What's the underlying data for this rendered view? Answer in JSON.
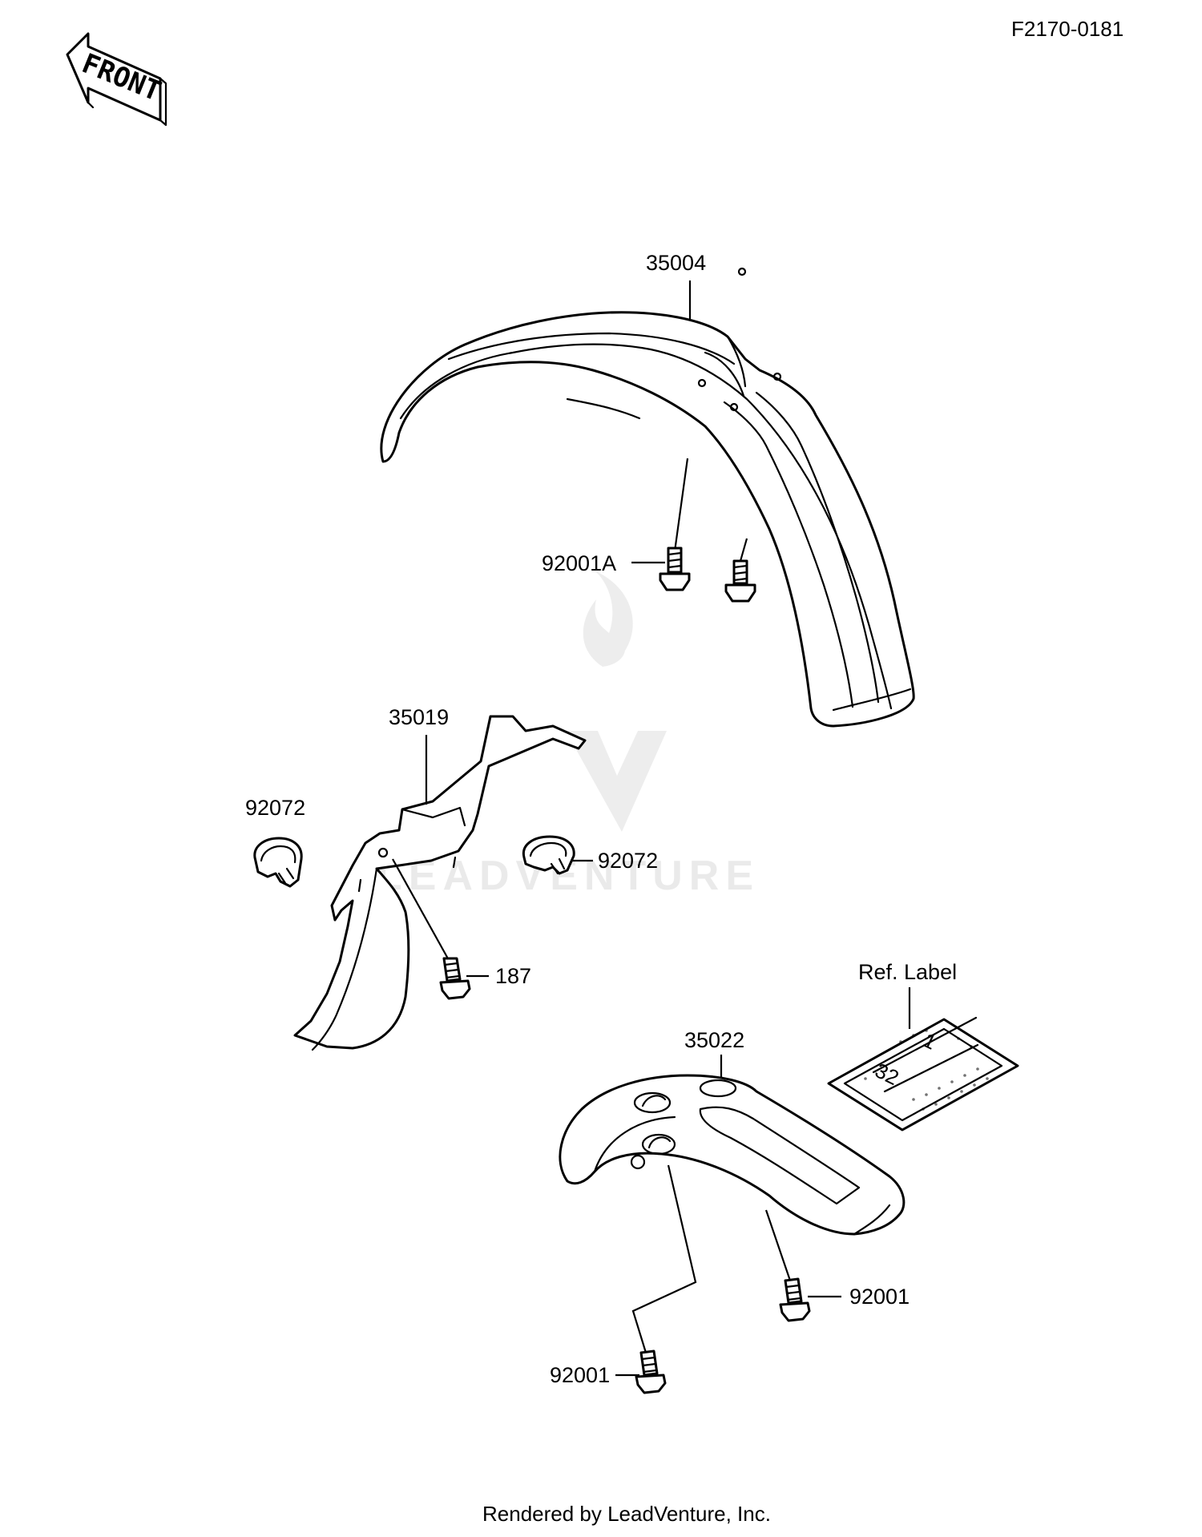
{
  "diagram_code": "F2170-0181",
  "front_arrow": {
    "text": "FRONT",
    "icon": "front-direction-arrow-icon"
  },
  "watermark": {
    "text": "LEADVENTURE"
  },
  "parts": {
    "front_fender": "35004",
    "front_fender_bolt_a": "92001A",
    "fender_guard": "35019",
    "clamp_left": "92072",
    "clamp_right": "92072",
    "guard_bolt": "187",
    "rear_fender": "35022",
    "rear_fender_bolt_right": "92001",
    "rear_fender_bolt_bottom": "92001",
    "ref_label": "Ref. Label"
  },
  "ref_label_marks": {
    "a": "32",
    "b": "1"
  },
  "footer": "Rendered by LeadVenture, Inc."
}
